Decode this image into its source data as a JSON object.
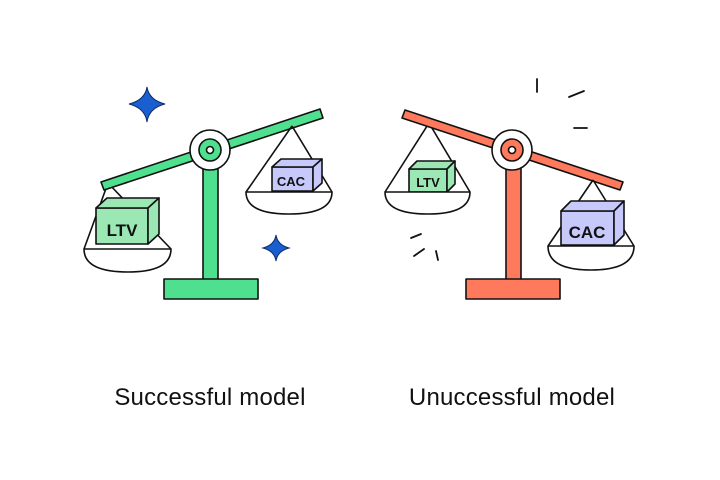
{
  "colors": {
    "success": "#4ee08e",
    "failure": "#ff7a5c",
    "ltv_box": "#9be8b4",
    "cac_box": "#c7c9fb",
    "sparkle": "#1a5fd0",
    "outline": "#111111"
  },
  "left_scale": {
    "heavy_box": "LTV",
    "light_box": "CAC",
    "decoration": "sparkle-icon"
  },
  "right_scale": {
    "light_box": "LTV",
    "heavy_box": "CAC",
    "decoration": "impact-lines"
  },
  "captions": {
    "left": "Successful model",
    "right": "Unuccessful model"
  }
}
